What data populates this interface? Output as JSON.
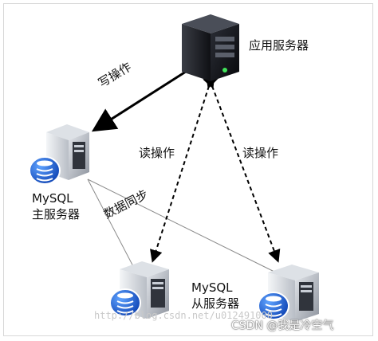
{
  "nodes": {
    "app_server": "应用服务器",
    "master_db": [
      "MySQL",
      "主服务器"
    ],
    "slave_db": [
      "MySQL",
      "从服务器"
    ]
  },
  "edges": {
    "write": "写操作",
    "read_left": "读操作",
    "read_right": "读操作",
    "sync": "数据同步"
  },
  "watermark": {
    "faint": "http://blog.csdn.net/u012491000",
    "credit": "CSDN @我是冷空气"
  }
}
